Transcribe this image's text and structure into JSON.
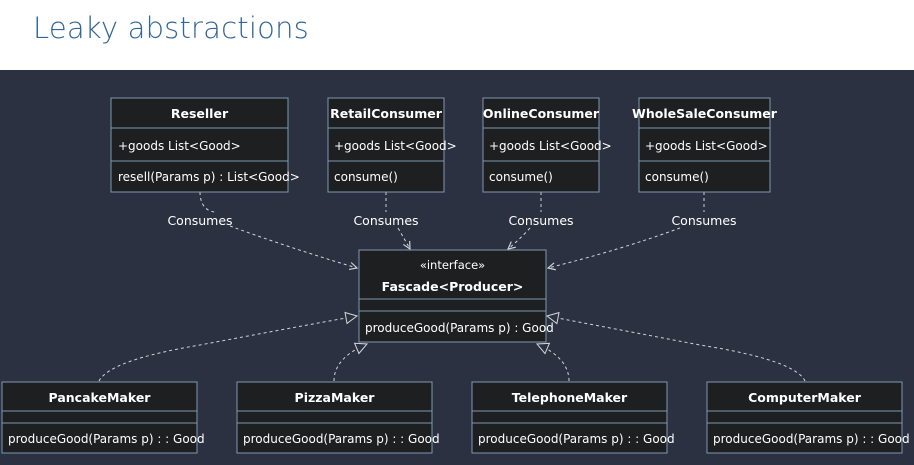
{
  "slide_title": "Leaky abstractions",
  "colors": {
    "title": "#2f6597",
    "panel_background": "#2b3140",
    "box_fill": "#1e1f21",
    "box_border": "#7f98b2",
    "text": "#ffffff",
    "edge": "#d0d4da"
  },
  "classes": {
    "reseller": {
      "name": "Reseller",
      "attribute": "+goods List<Good>",
      "method": "resell(Params p) : List<Good>"
    },
    "retail_consumer": {
      "name": "RetailConsumer",
      "attribute": "+goods List<Good>",
      "method": "consume()"
    },
    "online_consumer": {
      "name": "OnlineConsumer",
      "attribute": "+goods List<Good>",
      "method": "consume()"
    },
    "wholesale_consumer": {
      "name": "WholeSaleConsumer",
      "attribute": "+goods List<Good>",
      "method": "consume()"
    },
    "fascade": {
      "stereotype": "«interface»",
      "name": "Fascade<Producer>",
      "method": "produceGood(Params p) : Good"
    },
    "pancake_maker": {
      "name": "PancakeMaker",
      "method": "produceGood(Params p) : : Good"
    },
    "pizza_maker": {
      "name": "PizzaMaker",
      "method": "produceGood(Params p) : : Good"
    },
    "telephone_maker": {
      "name": "TelephoneMaker",
      "method": "produceGood(Params p) : : Good"
    },
    "computer_maker": {
      "name": "ComputerMaker",
      "method": "produceGood(Params p) : : Good"
    }
  },
  "relations": {
    "consumes_label": "Consumes"
  }
}
